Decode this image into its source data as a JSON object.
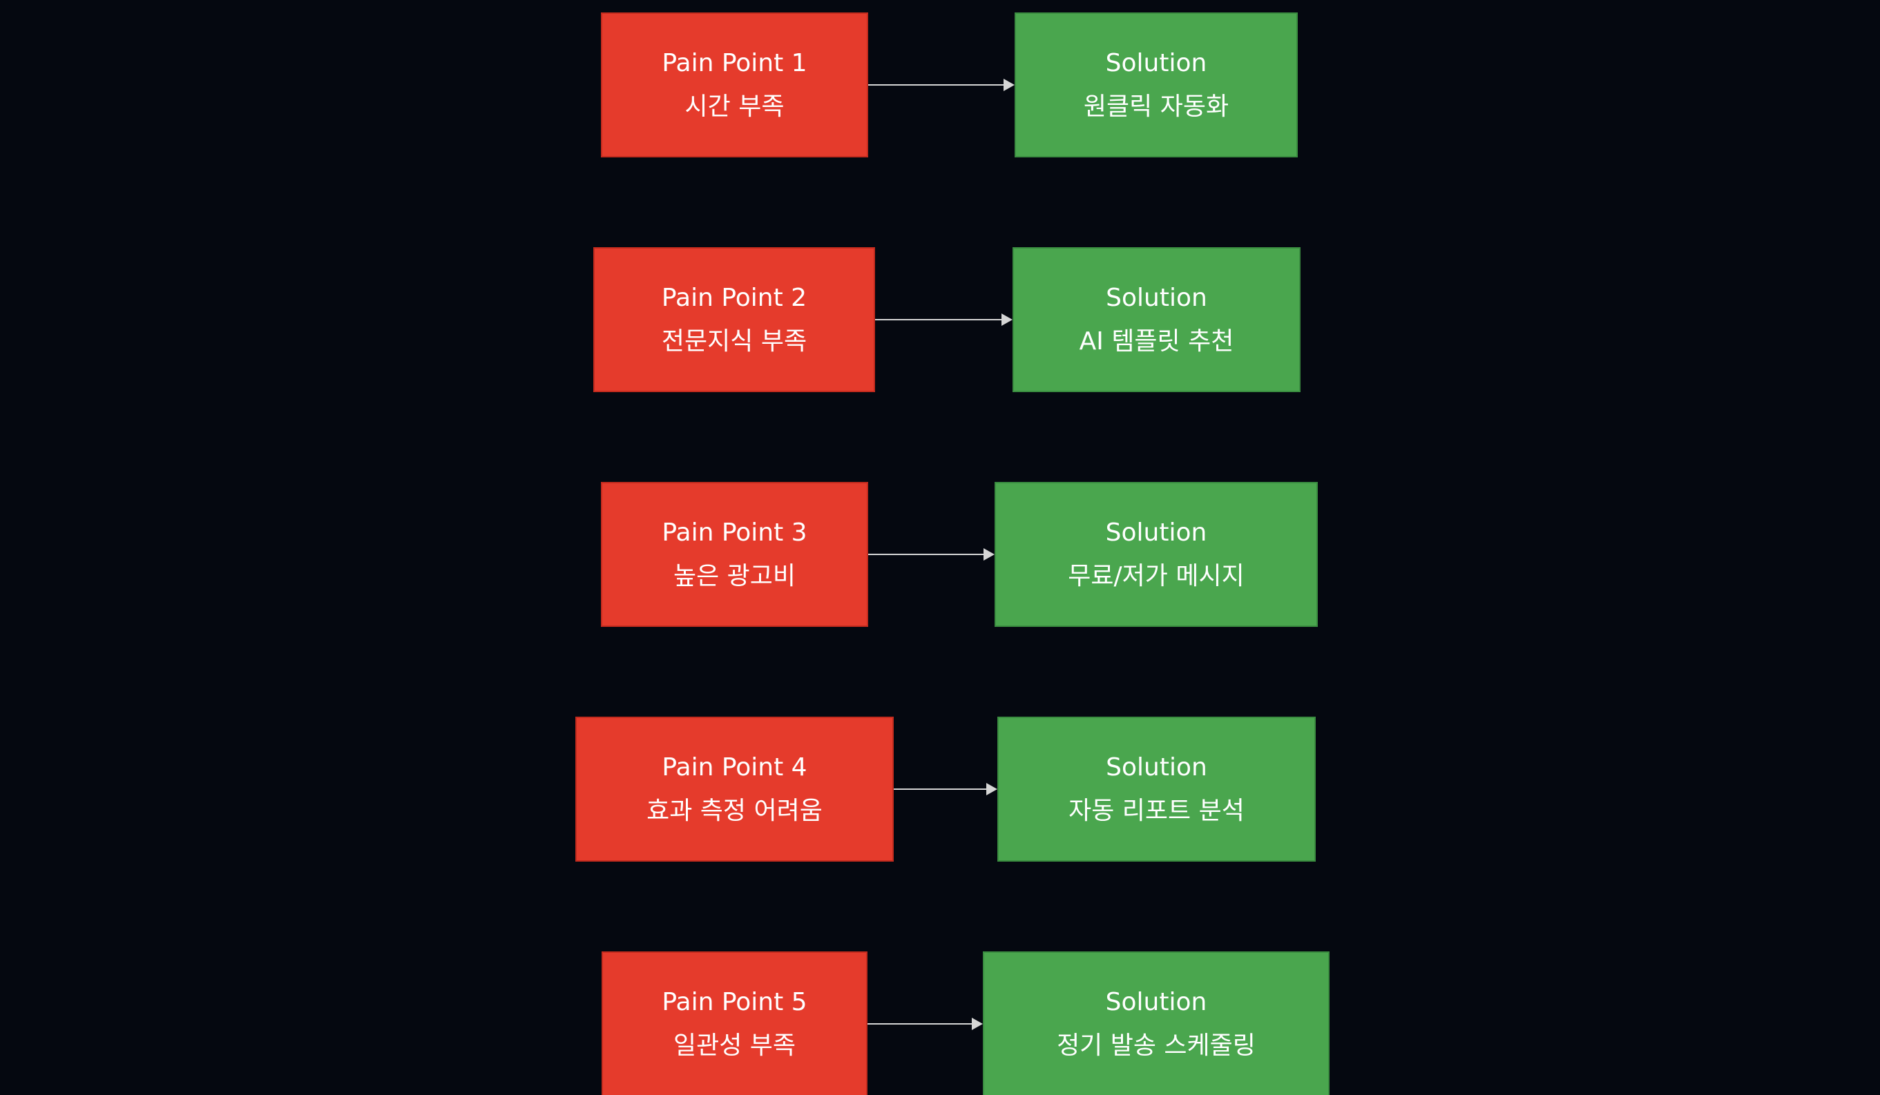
{
  "diagram": {
    "colors": {
      "background": "#050810",
      "pain_fill": "#e53b2c",
      "solution_fill": "#4aa64e",
      "arrow": "#d6d6d6",
      "text": "#ffffff"
    },
    "rows": [
      {
        "pain": {
          "title": "Pain Point 1",
          "subtitle": "시간 부족"
        },
        "solution": {
          "title": "Solution",
          "subtitle": "원클릭 자동화"
        }
      },
      {
        "pain": {
          "title": "Pain Point 2",
          "subtitle": "전문지식 부족"
        },
        "solution": {
          "title": "Solution",
          "subtitle": "AI 템플릿 추천"
        }
      },
      {
        "pain": {
          "title": "Pain Point 3",
          "subtitle": "높은 광고비"
        },
        "solution": {
          "title": "Solution",
          "subtitle": "무료/저가 메시지"
        }
      },
      {
        "pain": {
          "title": "Pain Point 4",
          "subtitle": "효과 측정 어려움"
        },
        "solution": {
          "title": "Solution",
          "subtitle": "자동 리포트 분석"
        }
      },
      {
        "pain": {
          "title": "Pain Point 5",
          "subtitle": "일관성 부족"
        },
        "solution": {
          "title": "Solution",
          "subtitle": "정기 발송 스케줄링"
        }
      }
    ]
  }
}
